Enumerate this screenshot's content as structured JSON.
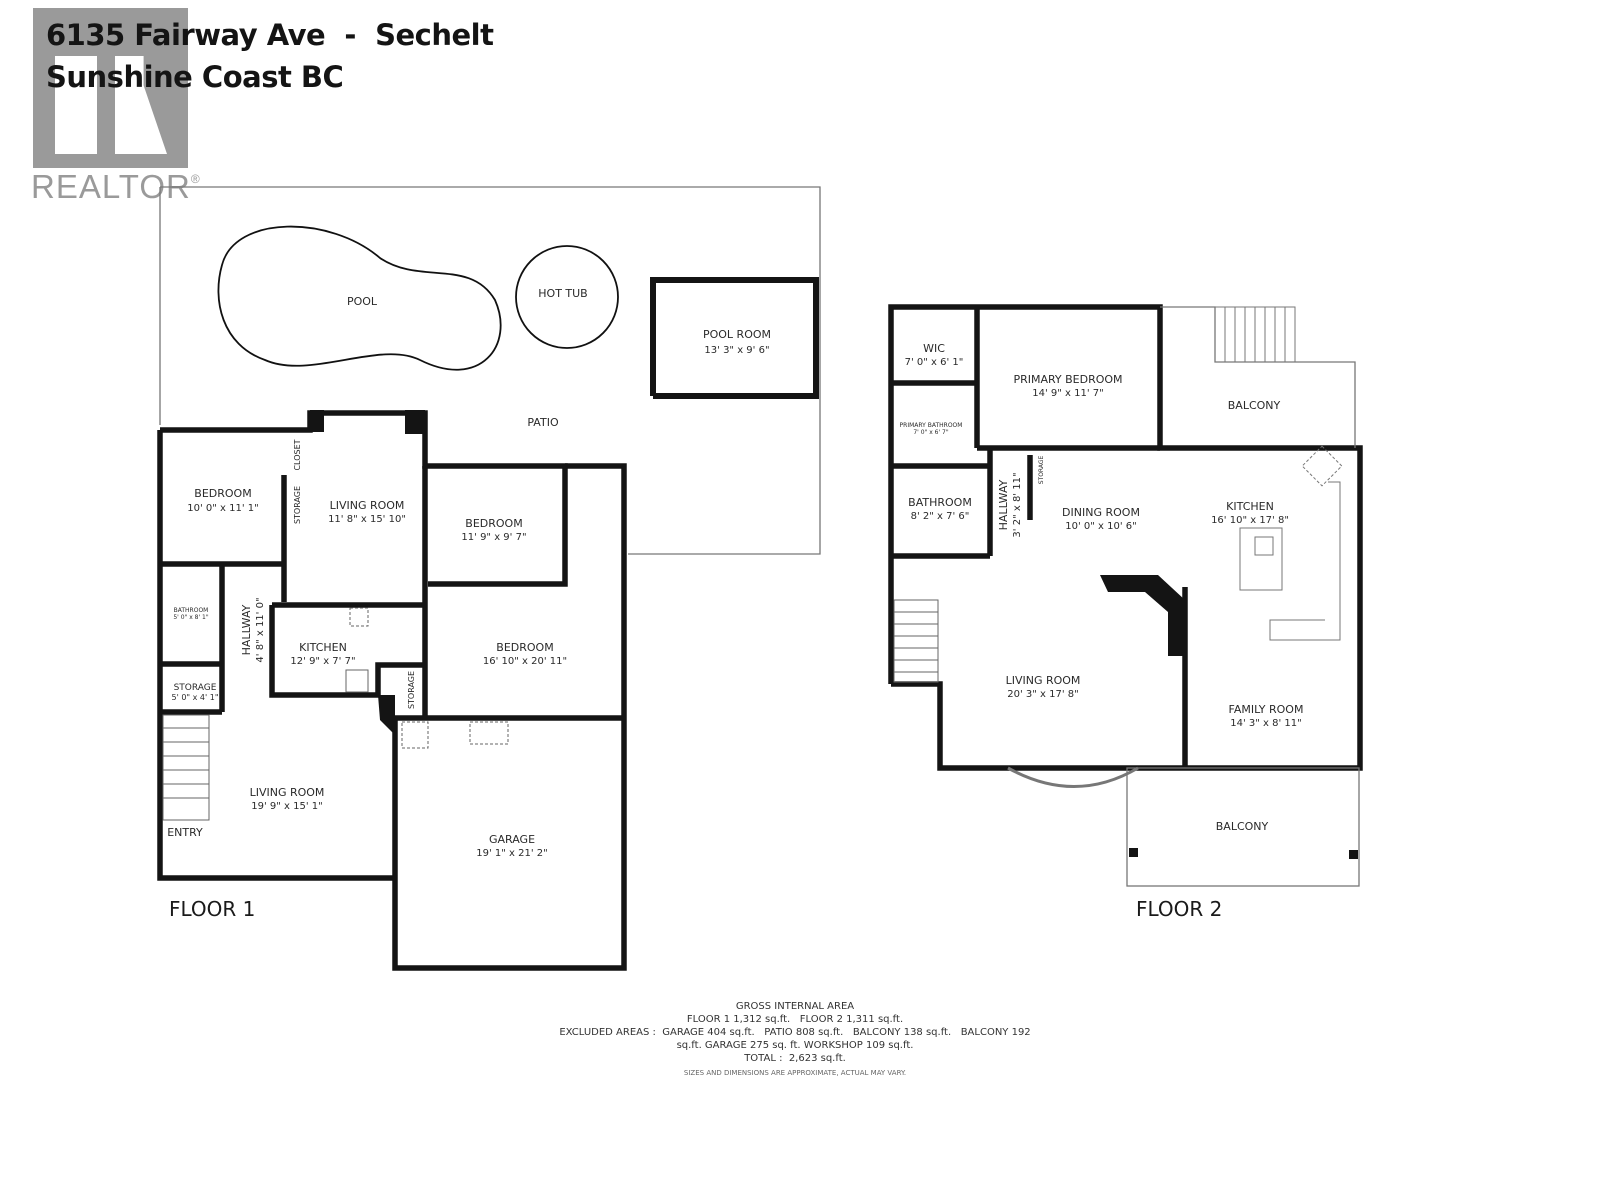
{
  "header": {
    "address_line1": "6135 Fairway Ave  -  Sechelt",
    "address_line2": "Sunshine Coast BC",
    "logo_text": "REALTOR",
    "logo_mark": "®"
  },
  "outdoor": {
    "pool": "POOL",
    "hot_tub": "HOT TUB",
    "patio": "PATIO",
    "pool_room": {
      "name": "POOL ROOM",
      "dims": "13' 3\" x 9' 6\""
    }
  },
  "floor1": {
    "label": "FLOOR 1",
    "rooms": {
      "bedroom_a": {
        "name": "BEDROOM",
        "dims": "10' 0\" x 11' 1\""
      },
      "closet": {
        "name": "CLOSET"
      },
      "storage_a": {
        "name": "STORAGE"
      },
      "living_upper": {
        "name": "LIVING ROOM",
        "dims": "11' 8\" x 15' 10\""
      },
      "bedroom_b": {
        "name": "BEDROOM",
        "dims": "11' 9\" x 9' 7\""
      },
      "bathroom": {
        "name": "BATHROOM",
        "dims": "5' 0\" x 8' 1\""
      },
      "hallway": {
        "name": "HALLWAY",
        "dims": "4' 8\" x 11' 0\""
      },
      "kitchen": {
        "name": "KITCHEN",
        "dims": "12' 9\" x 7' 7\""
      },
      "bedroom_c": {
        "name": "BEDROOM",
        "dims": "16' 10\" x 20' 11\""
      },
      "storage_b": {
        "name": "STORAGE",
        "dims": "5' 0\" x 4' 1\""
      },
      "storage_c": {
        "name": "STORAGE"
      },
      "living_lower": {
        "name": "LIVING ROOM",
        "dims": "19' 9\" x 15' 1\""
      },
      "entry": {
        "name": "ENTRY"
      },
      "garage": {
        "name": "GARAGE",
        "dims": "19' 1\" x 21' 2\""
      }
    }
  },
  "floor2": {
    "label": "FLOOR 2",
    "rooms": {
      "wic": {
        "name": "WIC",
        "dims": "7' 0\" x 6' 1\""
      },
      "primary_bedroom": {
        "name": "PRIMARY BEDROOM",
        "dims": "14' 9\" x 11' 7\""
      },
      "primary_bathroom": {
        "name": "PRIMARY BATHROOM",
        "dims": "7' 0\" x 6' 7\""
      },
      "balcony_top": {
        "name": "BALCONY"
      },
      "bathroom": {
        "name": "BATHROOM",
        "dims": "8' 2\" x 7' 6\""
      },
      "hallway": {
        "name": "HALLWAY",
        "dims": "3' 2\" x 8' 11\""
      },
      "storage": {
        "name": "STORAGE"
      },
      "dining_room": {
        "name": "DINING ROOM",
        "dims": "10' 0\" x 10' 6\""
      },
      "kitchen": {
        "name": "KITCHEN",
        "dims": "16' 10\" x 17' 8\""
      },
      "living_room": {
        "name": "LIVING ROOM",
        "dims": "20' 3\" x 17' 8\""
      },
      "family_room": {
        "name": "FAMILY ROOM",
        "dims": "14' 3\" x 8' 11\""
      },
      "balcony_bottom": {
        "name": "BALCONY"
      }
    }
  },
  "area_summary": {
    "heading": "GROSS INTERNAL AREA",
    "floors": "FLOOR 1 1,312 sq.ft.   FLOOR 2 1,311 sq.ft.",
    "excluded_line1": "EXCLUDED AREAS :  GARAGE 404 sq.ft.   PATIO 808 sq.ft.   BALCONY 138 sq.ft.   BALCONY 192",
    "excluded_line2": "sq.ft. GARAGE 275 sq. ft.  WORKSHOP 109 sq.ft.",
    "total": "TOTAL :  2,623 sq.ft.",
    "disclaimer": "SIZES AND DIMENSIONS ARE APPROXIMATE, ACTUAL MAY VARY."
  },
  "colors": {
    "wall": "#141414",
    "thin_line": "#555555",
    "logo_gray": "#9a9a9a"
  }
}
